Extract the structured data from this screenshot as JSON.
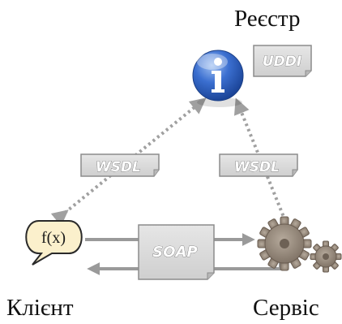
{
  "nodes": {
    "registry": {
      "label": "Реєстр",
      "icon": "info-icon",
      "tag": "UDDI"
    },
    "client": {
      "label": "Клієнт",
      "icon": "function-speech-bubble-icon",
      "icon_text": "f(x)"
    },
    "service": {
      "label": "Сервіс",
      "icon": "gears-icon"
    }
  },
  "edges": {
    "client_registry": {
      "tag": "WSDL",
      "style": "dotted"
    },
    "service_registry": {
      "tag": "WSDL",
      "style": "dotted"
    },
    "client_service": {
      "tag": "SOAP",
      "style": "solid-bidirectional"
    }
  },
  "colors": {
    "tag_fill": "#d9d9d9",
    "tag_border": "#8c8c8c",
    "dotted_line": "#a0a0a0",
    "solid_line": "#9a9a9a",
    "info_blue": "#2f64c4",
    "bubble_fill": "#fbf0cc",
    "gear_color": "#8e8174"
  }
}
